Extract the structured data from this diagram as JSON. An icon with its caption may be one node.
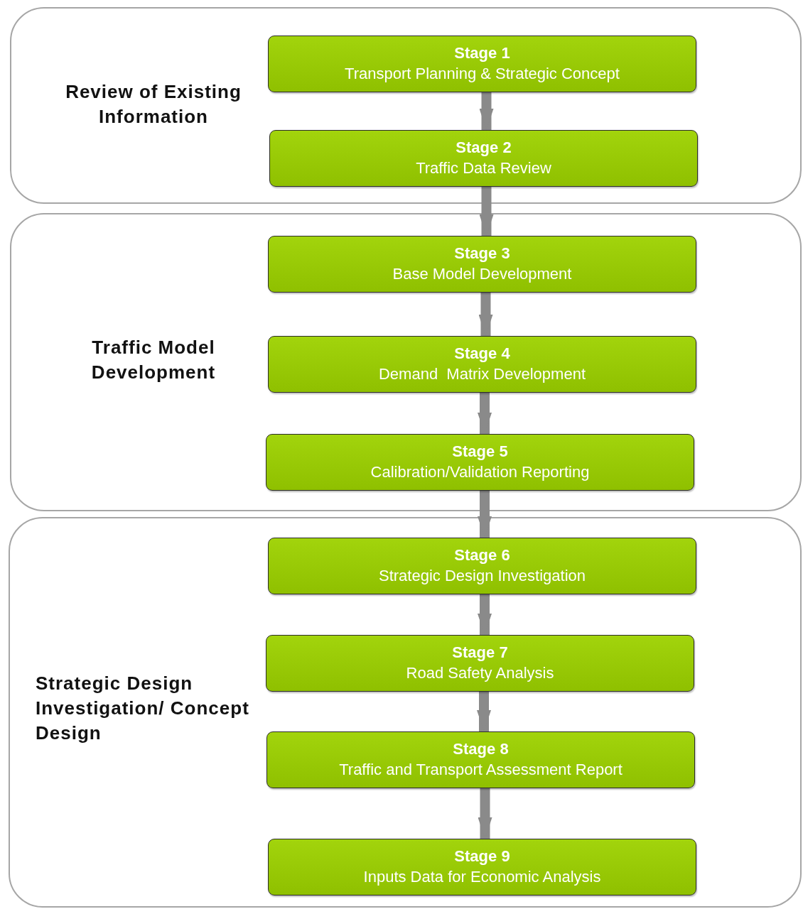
{
  "diagram": {
    "nodes": [
      {
        "text": [
          "Review of Existing Information"
        ]
      },
      {
        "text": [
          "Stage 1",
          "Transport Planning & Strategic Concept"
        ],
        "in": 0
      },
      {
        "text": [
          "Stage 2",
          "Traffic Data Review"
        ],
        "in": 0
      },
      {
        "text": [
          "Traffic Model Development"
        ]
      },
      {
        "text": [
          "Stage 3",
          "Base Model Development"
        ],
        "in": 3
      },
      {
        "text": [
          "Stage 4",
          "Demand  Matrix Development"
        ],
        "in": 3
      },
      {
        "text": [
          "Stage 5",
          "Calibration/Validation Reporting"
        ],
        "in": 3
      },
      {
        "text": [
          "Strategic Design Investigation/ Concept Design"
        ]
      },
      {
        "text": [
          "Stage 6",
          "Strategic Design Investigation"
        ],
        "in": 7
      },
      {
        "text": [
          "Stage 7",
          "Road Safety Analysis"
        ],
        "in": 7
      },
      {
        "text": [
          "Stage 8",
          "Traffic and Transport Assessment Report"
        ],
        "in": 7
      },
      {
        "text": [
          "Stage 9",
          "Inputs Data for Economic Analysis"
        ],
        "in": 7
      }
    ],
    "edges": [
      {
        "from": 1,
        "to": 2,
        "arrow": "to"
      },
      {
        "from": 2,
        "to": 4,
        "arrow": "to"
      },
      {
        "from": 4,
        "to": 5,
        "arrow": "to"
      },
      {
        "from": 5,
        "to": 6,
        "arrow": "to"
      },
      {
        "from": 6,
        "to": 8,
        "arrow": "to"
      },
      {
        "from": 8,
        "to": 9,
        "arrow": "to"
      },
      {
        "from": 9,
        "to": 10,
        "arrow": "to"
      },
      {
        "from": 10,
        "to": 11,
        "arrow": "to"
      }
    ]
  }
}
